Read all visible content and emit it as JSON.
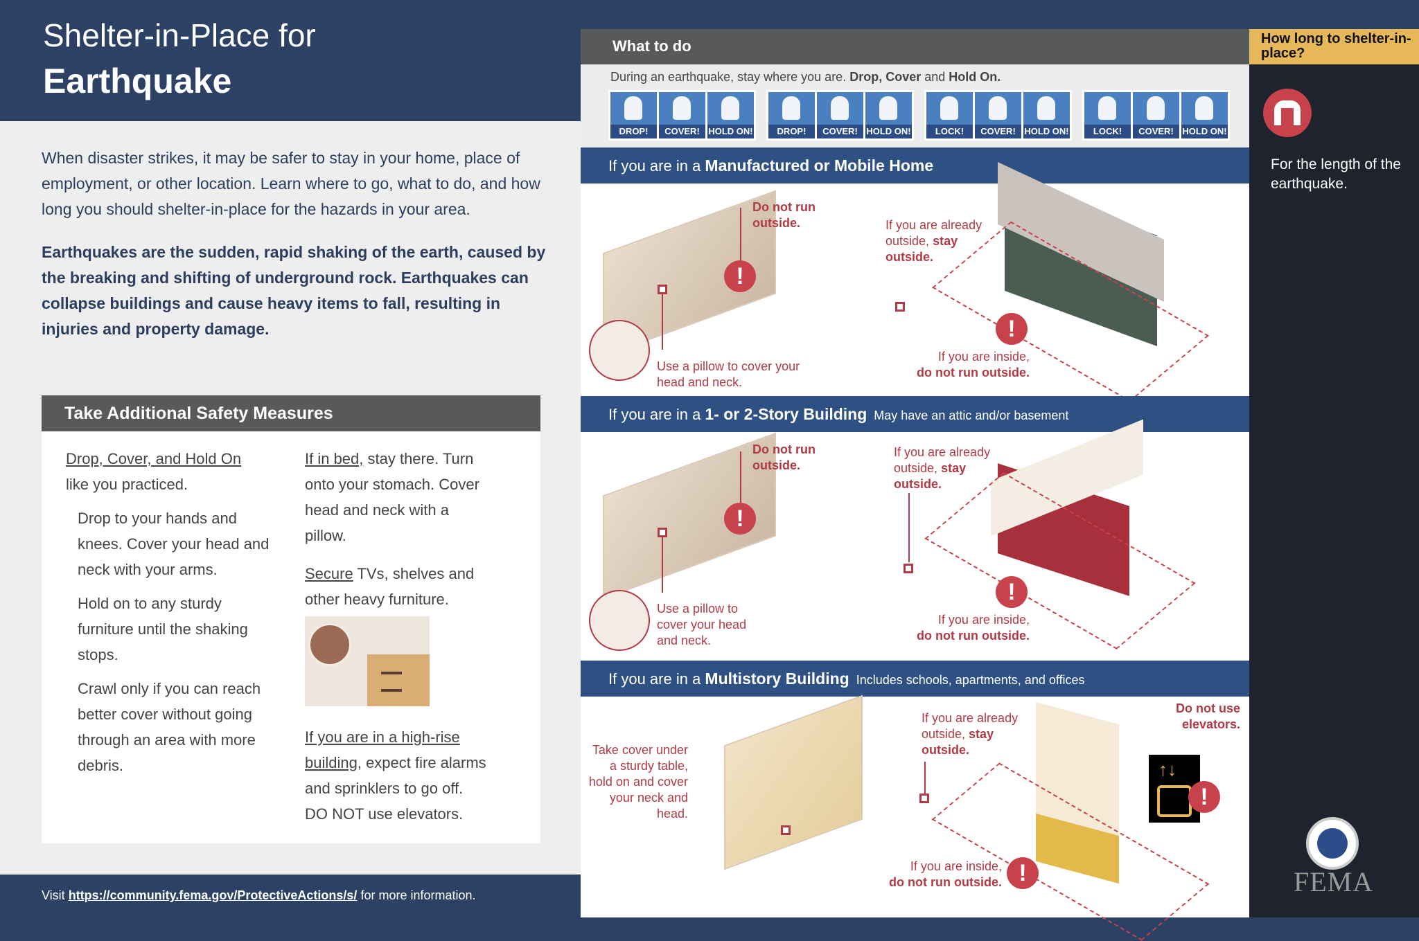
{
  "header": {
    "title_line1": "Shelter-in-Place for",
    "title_line2": "Earthquake"
  },
  "intro": {
    "paragraph1": "When disaster strikes, it may be safer to stay in your home, place of employment, or other location. Learn where to go, what to do, and how long you should shelter-in-place for the hazards in your area.",
    "paragraph2": "Earthquakes are the sudden, rapid shaking of the earth, caused by the breaking and shifting of underground rock. Earthquakes can collapse buildings and cause heavy items to fall, resulting in injuries and property damage."
  },
  "safety": {
    "title": "Take Additional Safety Measures",
    "left": {
      "link1": "Drop, Cover, and Hold On",
      "text1": "like you practiced.",
      "step1": "Drop to your hands and knees. Cover your head and neck with your arms.",
      "step2": "Hold on to any sturdy furniture until the shaking stops.",
      "step3": "Crawl only if you can reach better cover without going through an area with more debris."
    },
    "right": {
      "bed_link": "If in bed,",
      "bed_text": " stay there. Turn onto your stomach. Cover head and neck with a pillow.",
      "secure_link": "Secure",
      "secure_text": " TVs, shelves and other heavy furniture.",
      "highrise_link": "If you are in a high-rise building",
      "highrise_text": ", expect fire alarms and sprinklers to go off.",
      "elevators": "DO NOT use elevators."
    }
  },
  "footer": {
    "prefix": "Visit ",
    "url": "https://community.fema.gov/ProtectiveActions/s/",
    "suffix": " for more information."
  },
  "what_to_do": {
    "title": "What to do",
    "lead_plain": "During an earthquake, stay where you are. ",
    "lead_bold1": "Drop, Cover",
    "lead_and": " and ",
    "lead_bold2": "Hold On.",
    "groups": [
      {
        "tiles": [
          "DROP!",
          "COVER!",
          "HOLD ON!"
        ]
      },
      {
        "tiles": [
          "DROP!",
          "COVER!",
          "HOLD ON!"
        ]
      },
      {
        "tiles": [
          "LOCK!",
          "COVER!",
          "HOLD ON!"
        ]
      },
      {
        "tiles": [
          "LOCK!",
          "COVER!",
          "HOLD ON!"
        ]
      }
    ]
  },
  "sections": [
    {
      "prefix": "If you are in a ",
      "title": "Manufactured or Mobile Home",
      "subtitle": "",
      "notes": {
        "do_not_run": "Do not run outside.",
        "pillow": "Use a pillow to cover your head and neck.",
        "outside_plain": "If you are already outside,",
        "outside_bold": "stay outside.",
        "inside_plain": "If you are inside,",
        "inside_bold": "do not run outside."
      }
    },
    {
      "prefix": "If you are in a ",
      "title": "1- or 2-Story Building",
      "subtitle": "May have an attic and/or basement",
      "notes": {
        "do_not_run": "Do not run outside.",
        "pillow": "Use a pillow to cover your head and neck.",
        "outside_plain": "If you are already outside,",
        "outside_bold": "stay outside.",
        "inside_plain": "If you are inside,",
        "inside_bold": "do not run outside."
      }
    },
    {
      "prefix": "If you are in a ",
      "title": "Multistory Building",
      "subtitle": "Includes schools, apartments, and offices",
      "notes": {
        "table": "Take cover under a sturdy table, hold on and cover your neck and head.",
        "outside_plain": "If you are already outside, ",
        "outside_bold": "stay outside.",
        "elevators": "Do not use elevators.",
        "inside_plain": "If you are inside,",
        "inside_bold": "do not run outside."
      }
    }
  ],
  "duration": {
    "title": "How long to shelter-in-place?",
    "text": "For the length of the earthquake."
  },
  "logo": {
    "agency": "FEMA"
  },
  "colors": {
    "navy": "#2c4164",
    "section_blue": "#2e5083",
    "gray_bar": "#58595b",
    "alert_red": "#c8424c",
    "gold": "#e6b85a",
    "dark_panel": "#1f232d"
  }
}
